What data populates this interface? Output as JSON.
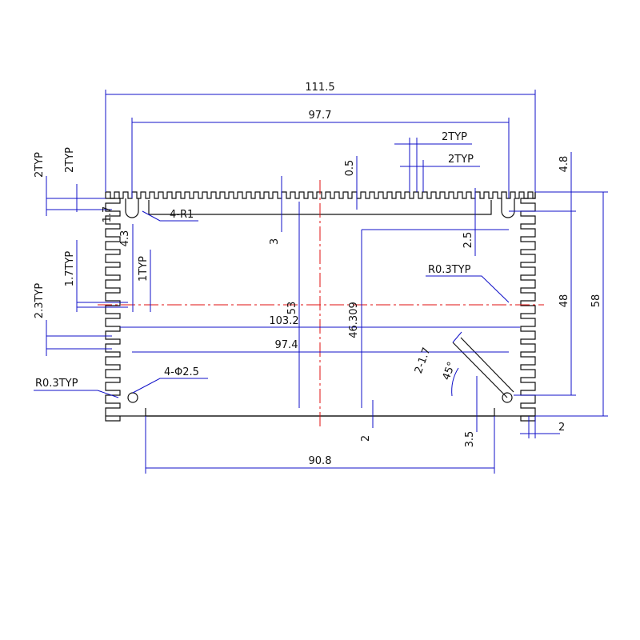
{
  "colors": {
    "dimension": "#1010c8",
    "outline": "#111111",
    "centerline": "#e01010"
  },
  "dimensions": {
    "overall_width": "111.5",
    "inner_width": "97.7",
    "tooth_pitch_top_1": "2TYP",
    "tooth_pitch_top_2": "2TYP",
    "tooth_depth": "0.5",
    "top_offset": "4.8",
    "left_2typ_a": "2TYP",
    "left_2typ_b": "2TYP",
    "left_1_7": "1.7",
    "left_4_3": "4.3",
    "left_1_7typ": "1.7TYP",
    "left_1typ": "1TYP",
    "left_2_3typ": "2.3TYP",
    "r_left": "R0.3TYP",
    "radius_holes": "4-R1",
    "three": "3",
    "height_53": "53",
    "height_46": "46.309",
    "two_five": "2.5",
    "r_right": "R0.3TYP",
    "inner_48": "48",
    "overall_58": "58",
    "width_103": "103.2",
    "width_97_4": "97.4",
    "slot": "2-1.7",
    "angle": "45°",
    "holes_dia": "4-Φ2.5",
    "bottom_2": "2",
    "bottom_3_5": "3.5",
    "right_2": "2",
    "bottom_90_8": "90.8"
  }
}
